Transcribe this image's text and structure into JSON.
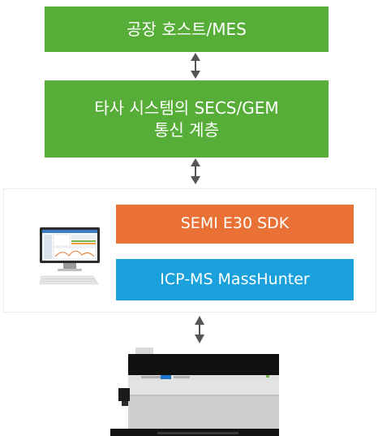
{
  "boxes": {
    "factory_host": {
      "text": "공장 호스트/MES",
      "color": "#56ad37"
    },
    "secs_gem": {
      "lines": [
        "타사 시스템의 SECS/GEM",
        "통신 계층"
      ],
      "color": "#56ad37"
    },
    "sdk": {
      "text": "SEMI E30 SDK",
      "color": "#ea7135"
    },
    "masshunter": {
      "text": "ICP-MS MassHunter",
      "color": "#1aa1dc"
    }
  },
  "connectors": [
    {
      "from": "factory_host",
      "to": "secs_gem",
      "direction": "bidirectional",
      "color": "#555555"
    },
    {
      "from": "secs_gem",
      "to": "software_stack",
      "direction": "bidirectional",
      "color": "#555555"
    },
    {
      "from": "software_stack",
      "to": "instrument",
      "direction": "bidirectional",
      "color": "#555555"
    }
  ],
  "icons": {
    "computer": "desktop-computer-icon",
    "instrument": "icp-ms-instrument-icon"
  }
}
